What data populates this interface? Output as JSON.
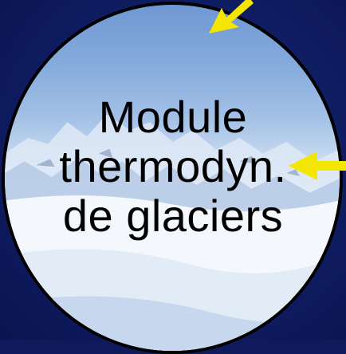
{
  "module": {
    "line1": "Module",
    "line2": "thermodyn.",
    "line3": "de glaciers"
  },
  "colors": {
    "background": "#0e1a5c",
    "arrow": "#f5e600",
    "outline": "#000000"
  },
  "icons": [
    "arrow-top-icon",
    "arrow-right-icon"
  ]
}
